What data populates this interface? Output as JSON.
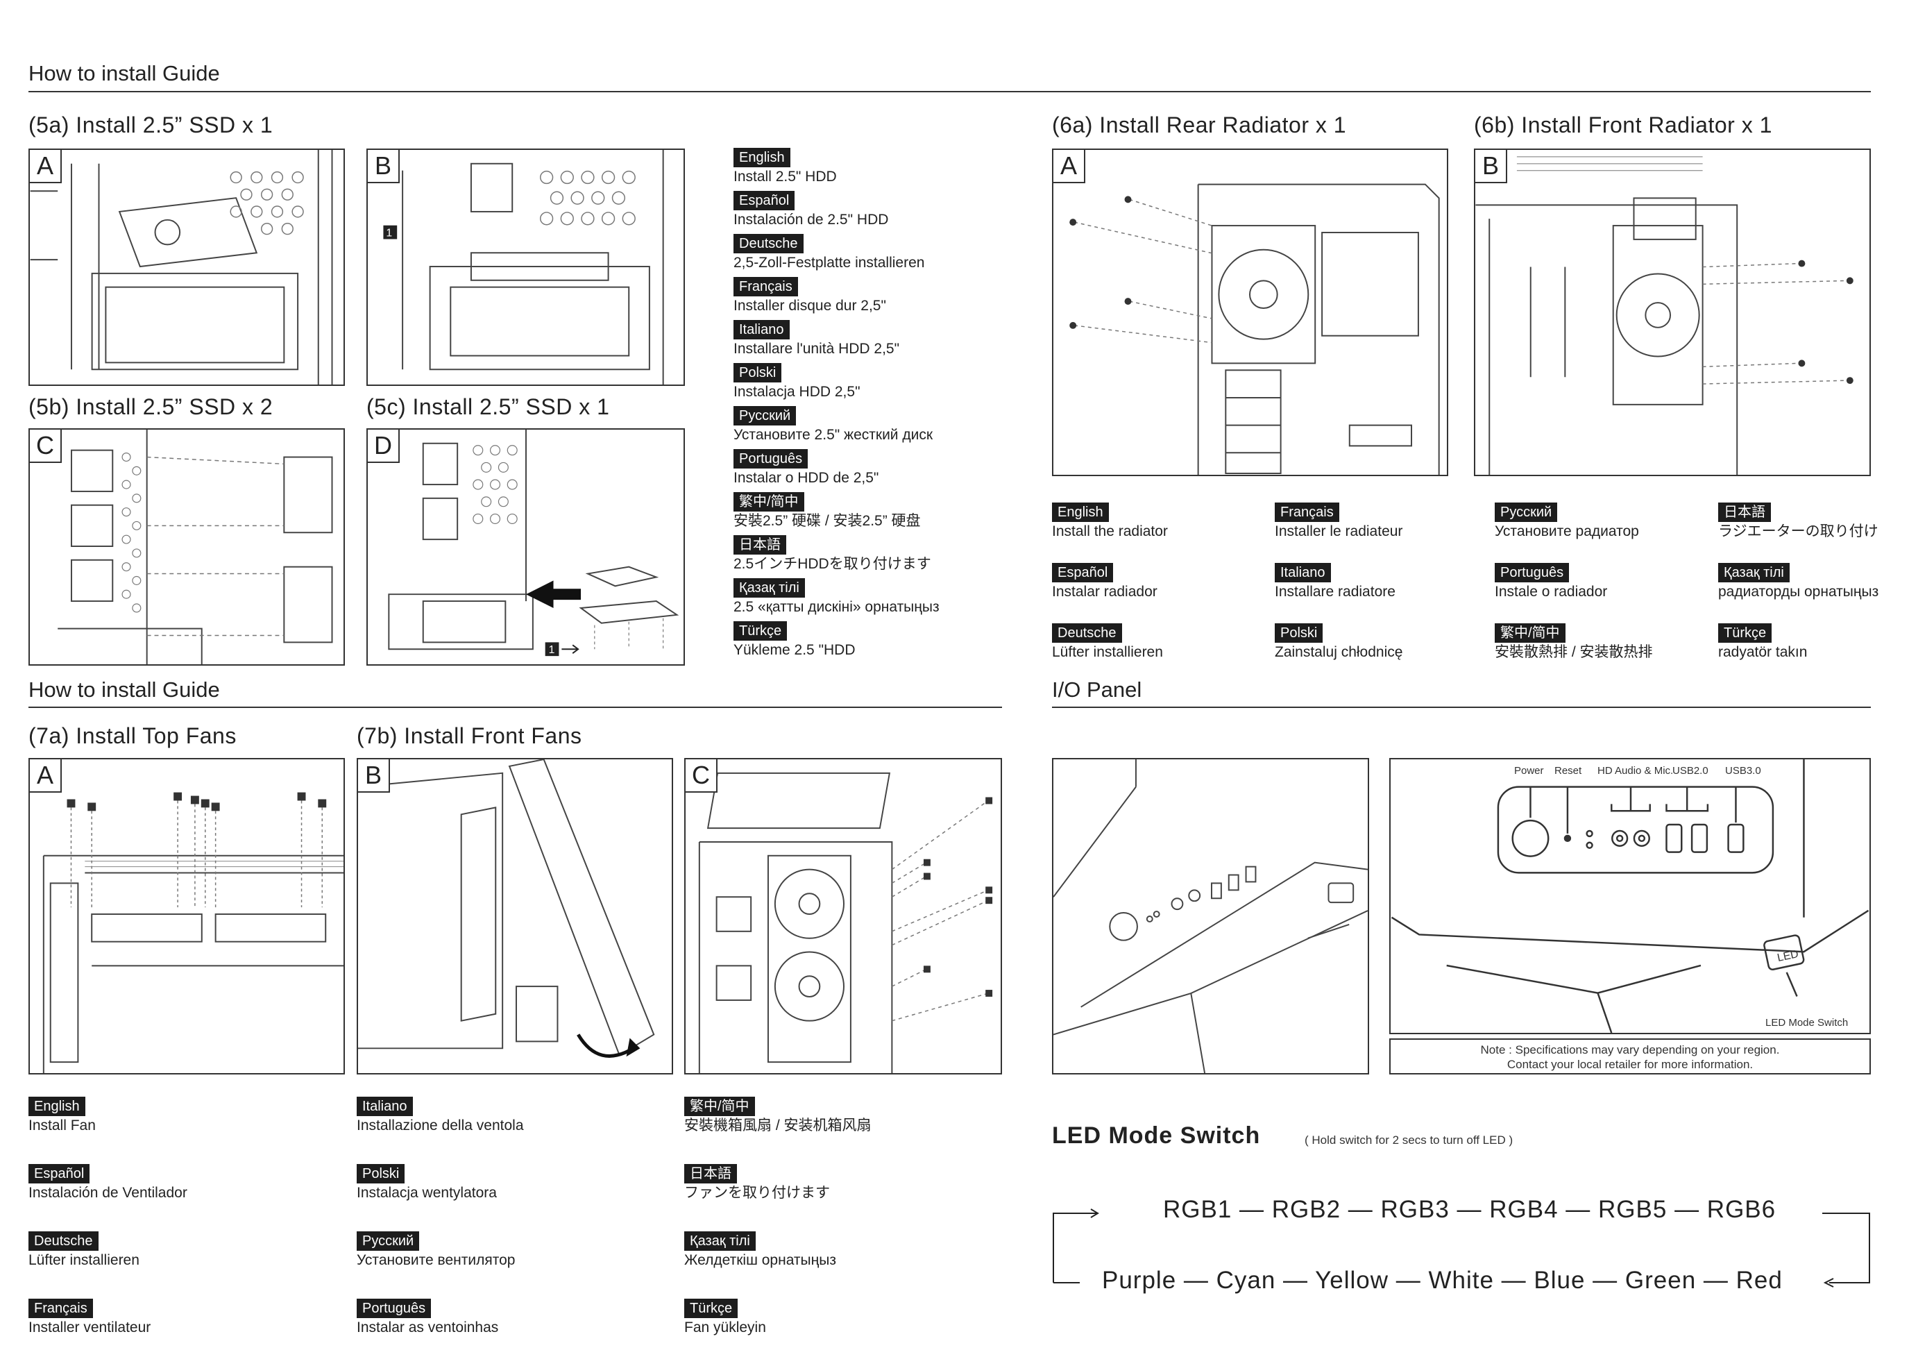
{
  "top_guide_title": "How to install Guide",
  "bottom_guide_title": "How to install Guide",
  "io_title": "I/O Panel",
  "step_5a": "(5a) Install 2.5” SSD x 1",
  "step_5b": "(5b) Install 2.5” SSD x 2",
  "step_5c": "(5c) Install 2.5” SSD x 1",
  "step_6a": "(6a) Install Rear Radiator x 1",
  "step_6b": "(6b) Install Front Radiator x 1",
  "step_7a": "(7a) Install Top Fans",
  "step_7b": "(7b) Install Front Fans",
  "panel_letters": {
    "a": "A",
    "b": "B",
    "c": "C",
    "d": "D"
  },
  "marker_1": "1",
  "hdd_langs": [
    {
      "lang": "English",
      "text": "Install 2.5\" HDD"
    },
    {
      "lang": "Español",
      "text": "Instalación de 2.5\" HDD"
    },
    {
      "lang": "Deutsche",
      "text": "2,5-Zoll-Festplatte installieren"
    },
    {
      "lang": "Français",
      "text": "Installer disque dur 2,5\""
    },
    {
      "lang": "Italiano",
      "text": "Installare l'unità HDD 2,5\""
    },
    {
      "lang": "Polski",
      "text": "Instalacja HDD 2,5\""
    },
    {
      "lang": "Русский",
      "text": "Установите 2.5\" жесткий диск"
    },
    {
      "lang": "Português",
      "text": "Instalar o HDD de 2,5\""
    },
    {
      "lang": "繁中/简中",
      "text": "安裝2.5” 硬碟 / 安装2.5” 硬盘"
    },
    {
      "lang": "日本語",
      "text": "2.5インチHDDを取り付けます"
    },
    {
      "lang": "Қазақ тілі",
      "text": "2.5 «қатты дискіні» орнатыңыз"
    },
    {
      "lang": "Türkçe",
      "text": "Yükleme 2.5 \"HDD"
    }
  ],
  "radiator_langs": [
    [
      {
        "lang": "English",
        "text": "Install the radiator"
      },
      {
        "lang": "Español",
        "text": "Instalar radiador"
      },
      {
        "lang": "Deutsche",
        "text": "Lüfter installieren"
      }
    ],
    [
      {
        "lang": "Français",
        "text": "Installer le radiateur"
      },
      {
        "lang": "Italiano",
        "text": "Installare radiatore"
      },
      {
        "lang": "Polski",
        "text": "Zainstaluj chłodnicę"
      }
    ],
    [
      {
        "lang": "Русский",
        "text": "Установите радиатор"
      },
      {
        "lang": "Português",
        "text": "Instale o radiador"
      },
      {
        "lang": "繁中/简中",
        "text": "安裝散熱排 / 安装散热排"
      }
    ],
    [
      {
        "lang": "日本語",
        "text": "ラジエーターの取り付け"
      },
      {
        "lang": "Қазақ тілі",
        "text": "радиаторды орнатыңыз"
      },
      {
        "lang": "Türkçe",
        "text": "radyatör takın"
      }
    ]
  ],
  "fan_langs": [
    [
      {
        "lang": "English",
        "text": "Install Fan"
      },
      {
        "lang": "Español",
        "text": "Instalación de Ventilador"
      },
      {
        "lang": "Deutsche",
        "text": "Lüfter installieren"
      },
      {
        "lang": "Français",
        "text": "Installer ventilateur"
      }
    ],
    [
      {
        "lang": "Italiano",
        "text": "Installazione della ventola"
      },
      {
        "lang": "Polski",
        "text": "Instalacja wentylatora"
      },
      {
        "lang": "Русский",
        "text": "Установите вентилятор"
      },
      {
        "lang": "Português",
        "text": "Instalar as ventoinhas"
      }
    ],
    [
      {
        "lang": "繁中/简中",
        "text": "安裝機箱風扇 / 安装机箱风扇"
      },
      {
        "lang": "日本語",
        "text": "ファンを取り付けます"
      },
      {
        "lang": "Қазақ тілі",
        "text": "Желдеткіш орнатыңыз"
      },
      {
        "lang": "Türkçe",
        "text": "Fan yükleyin"
      }
    ]
  ],
  "io_panel": {
    "power": "Power",
    "reset": "Reset",
    "hd_audio": "HD Audio & Mic.",
    "usb2": "USB2.0",
    "usb3": "USB3.0",
    "led_mode_switch_label": "LED Mode Switch",
    "led_button": "LED",
    "note_line1": "Note : Specifications may vary depending on your region.",
    "note_line2": "Contact your local retailer for more information."
  },
  "led_section": {
    "title": "LED Mode Switch",
    "hint": "( Hold switch for  2 secs to turn off LED )",
    "rgb_row": "RGB1 — RGB2 — RGB3 — RGB4 — RGB5 — RGB6",
    "color_row": "Purple — Cyan — Yellow — White — Blue — Green — Red"
  }
}
